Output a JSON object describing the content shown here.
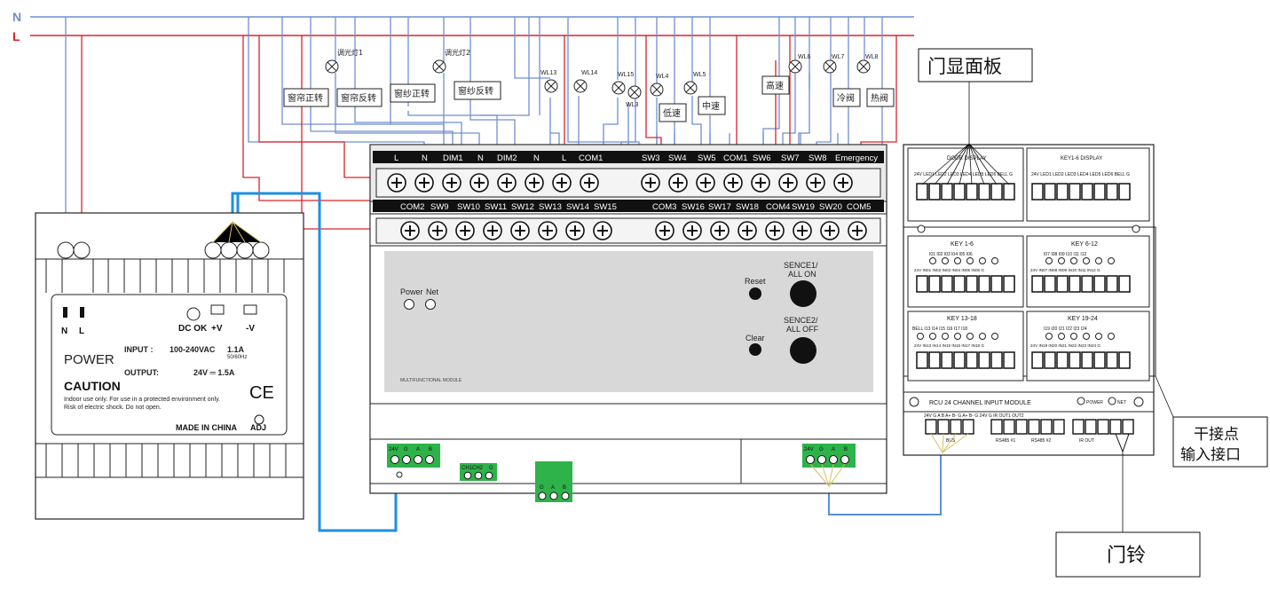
{
  "bus": {
    "n": "N",
    "l": "L"
  },
  "colors": {
    "neutral": "#6f8fd0",
    "live": "#d9232a",
    "comm": "#1e8fe0",
    "green": "#2db34a",
    "terminal": "#111111"
  },
  "loads": {
    "lamps": [
      "调光灯1",
      "调光灯2",
      "WL13",
      "WL14",
      "WL15",
      "WL3",
      "WL4",
      "WL5",
      "WL6",
      "WL7",
      "WL8"
    ],
    "boxes": [
      "窗帘正转",
      "窗帘反转",
      "窗纱正转",
      "窗纱反转",
      "低速",
      "中速",
      "高速",
      "冷阀",
      "热阀"
    ]
  },
  "module": {
    "top_row1": [
      "L",
      "N",
      "DIM1",
      "N",
      "DIM2",
      "N",
      "L",
      "COM1",
      "SW3",
      "SW4",
      "SW5",
      "COM1",
      "SW6",
      "SW7",
      "SW8",
      "Emergency"
    ],
    "top_row2": [
      "COM2",
      "SW9",
      "SW10",
      "SW11",
      "SW12",
      "SW13",
      "SW14",
      "SW15",
      "COM3",
      "SW16",
      "SW17",
      "SW18",
      "COM4",
      "SW19",
      "SW20",
      "COM5"
    ],
    "power_led": "Power",
    "net_led": "Net",
    "reset": "Reset",
    "clear": "Clear",
    "scene1": [
      "SENCE1/",
      "ALL ON"
    ],
    "scene2": [
      "SENCE2/",
      "ALL OFF"
    ],
    "caption": "MULTIFUNCTIONAL MODULE",
    "bottom_term1": [
      "24V",
      "G",
      "A",
      "B"
    ],
    "bottom_term2": [
      "CH1",
      "CH2",
      "G"
    ],
    "bottom_term3": [
      "G",
      "A",
      "B"
    ],
    "bottom_term4": [
      "24V",
      "G",
      "A",
      "B"
    ]
  },
  "psu": {
    "n": "N",
    "l": "L",
    "dc_ok": "DC OK",
    "plus_v": "+V",
    "minus_v": "-V",
    "title": "POWER",
    "input_label": "INPUT :",
    "input_value": "100-240VAC",
    "input_current": "1.1A",
    "input_freq": "50/60Hz",
    "output_label": "OUTPUT:",
    "output_value": "24V ═ 1.5A",
    "caution": "CAUTION",
    "caution_text": [
      "Indoor use only.  For use in a protected environment only.",
      "Risk of electric shock.  Do not open."
    ],
    "made_in": "MADE IN CHINA",
    "adj": "ADJ",
    "ce": "CE"
  },
  "rcu": {
    "door_display": "DOOR DISPLAY",
    "door_display_pins": "24V LED1 LED2 LED3 LED4 LED5 LED6 BELL G",
    "key16_display": "KEY1-6 DISPLAY",
    "key16_display_pins": "24V LED1 LED2 LED3 LED4 LED5 LED6 BELL G",
    "key_1_6": "KEY  1-6",
    "key_7_12": "KEY  6-12",
    "key_13_18": "KEY  13-18",
    "key_19_24": "KEY  19-24",
    "i_1_6": "I01 I02 I03 I04 I05 I06",
    "i_7_12": "I07 I08 I09 I10 I11 I12",
    "i_13_18": "BELL I13 I14 I15 I16 I17 I18",
    "i_19_24": "I19 I20 I21 I22 I23 I24",
    "pins_1_6": "24V IN01 IN02 IN03 IN04 IN05 IN06 G",
    "pins_7_12": "24V IN07 IN08 IN09 IN10 IN11 IN12 G",
    "pins_13_18": "24V IN13 IN14 IN15 IN16 IN17 IN18 G",
    "pins_19_24": "24V IN19 IN20 IN21 IN22 IN23 IN24 G",
    "footer": "RCU  24  CHANNEL  INPUT  MODULE",
    "power": "POWER",
    "net": "NET",
    "bottom_pins": "24V G A B   A+ B- G  A+ B- G   24V G IR OUT1 OUT2",
    "bus": "BUS",
    "rs485_1": "RS485 #1",
    "rs485_2": "RS485 #2",
    "ir_out": "IR OUT"
  },
  "callouts": {
    "door_panel": "门显面板",
    "dry_contact": [
      "干接点",
      "输入接口"
    ],
    "door_bell": "门铃"
  }
}
